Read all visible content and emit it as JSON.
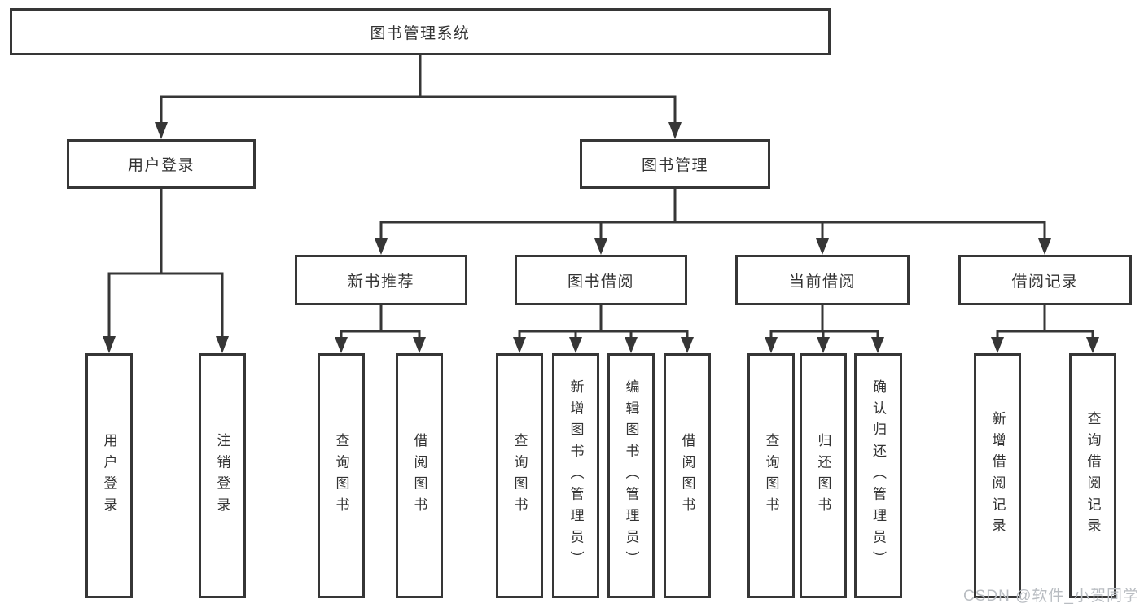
{
  "diagram": {
    "root": "图书管理系统",
    "login": {
      "label": "用户登录",
      "children": [
        "用户登录",
        "注销登录"
      ]
    },
    "management": {
      "label": "图书管理",
      "modules": [
        {
          "label": "新书推荐",
          "children": [
            "查询图书",
            "借阅图书"
          ]
        },
        {
          "label": "图书借阅",
          "children": [
            "查询图书",
            "新增图书（管理员）",
            "编辑图书（管理员）",
            "借阅图书"
          ]
        },
        {
          "label": "当前借阅",
          "children": [
            "查询图书",
            "归还图书",
            "确认归还（管理员）"
          ]
        },
        {
          "label": "借阅记录",
          "children": [
            "新增借阅记录",
            "查询借阅记录"
          ]
        }
      ]
    }
  },
  "watermark": "CSDN @软件_小贺同学",
  "colors": {
    "line": "#363636",
    "box_border": "#363636",
    "text": "#333333",
    "watermark": "#b9bdc2",
    "background": "#ffffff"
  }
}
